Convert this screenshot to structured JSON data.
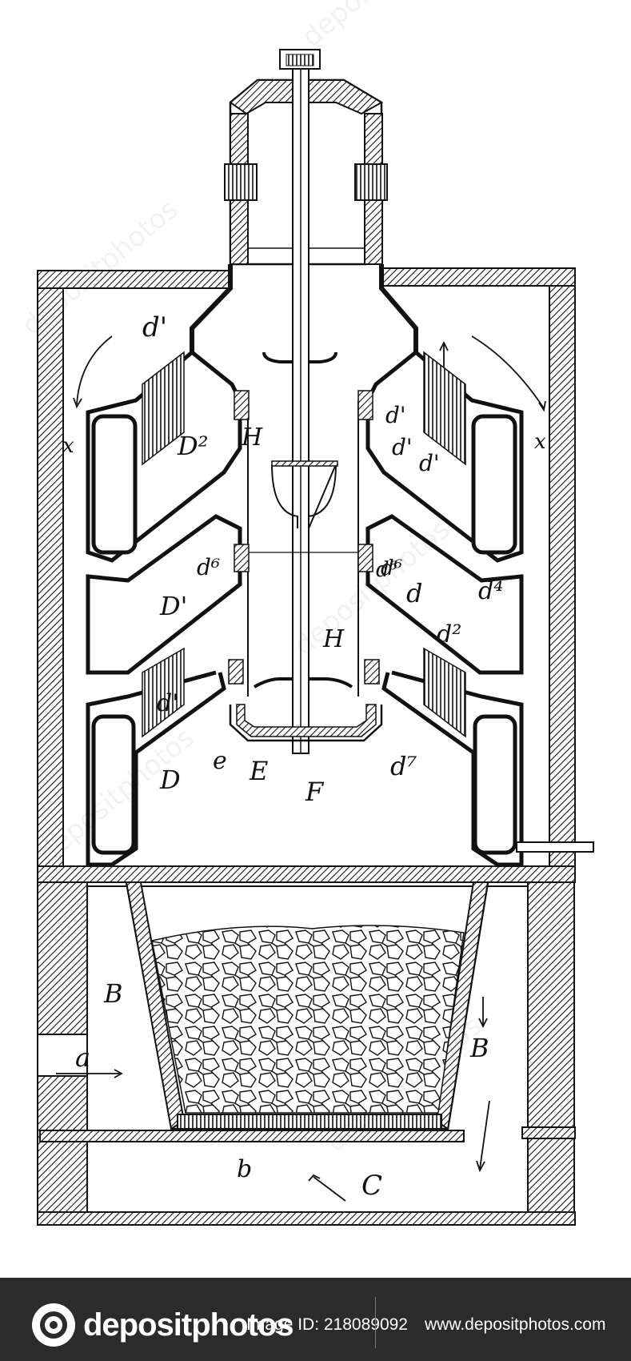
{
  "diagram": {
    "labels": {
      "d_prime_top_left": "d'",
      "x_left": "x",
      "D2": "D²",
      "H_upper": "H",
      "d6_left": "d⁶",
      "D_prime": "D'",
      "d_prime_mid_left": "d'",
      "D": "D",
      "e": "e",
      "E": "E",
      "F": "F",
      "H_lower": "H",
      "d6_right": "d⁶",
      "d_right_upper1": "d'",
      "d_right_upper2": "d'",
      "d_prime_right_upper": "d'",
      "x_right": "x",
      "d6_right_mid": "d⁶",
      "d_right_mid": "d",
      "d4": "d⁴",
      "d2": "d²",
      "d7": "d⁷",
      "B_left": "B",
      "B_right": "B",
      "a": "a",
      "b": "b",
      "C": "C"
    },
    "colors": {
      "ink": "#1a1a1a",
      "paper": "#ffffff"
    },
    "watermark": "depositphotos"
  },
  "footer": {
    "brand": "depositphotos",
    "image_id": "Image ID: 218089092",
    "url": "www.depositphotos.com",
    "logo_icon": "camera-aperture-icon",
    "background": "#2b2b2b"
  }
}
